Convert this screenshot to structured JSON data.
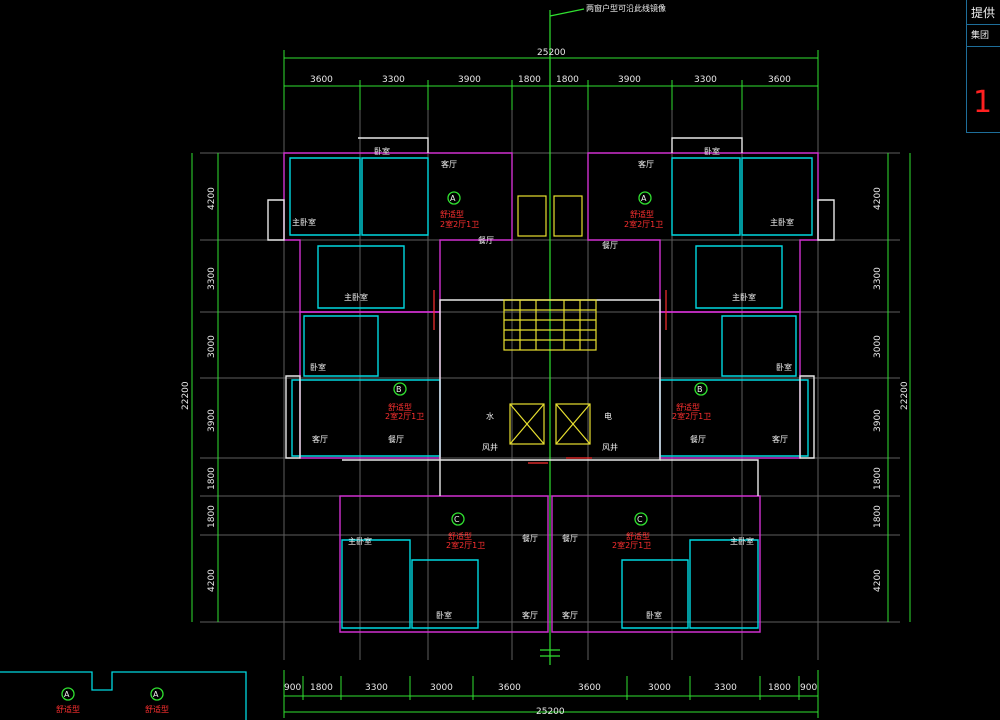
{
  "note": "两窗户型可沿此线镜像",
  "dims": {
    "top_total": "25200",
    "bottom_total": "25200",
    "left_total": "22200",
    "right_total": "22200",
    "top": [
      "3600",
      "3300",
      "3900",
      "1800",
      "1800",
      "3900",
      "3300",
      "3600"
    ],
    "bottom": [
      "900",
      "1800",
      "3300",
      "3000",
      "3600",
      "3600",
      "3000",
      "3300",
      "1800",
      "900"
    ],
    "vertical": [
      "4200",
      "3300",
      "3000",
      "3900",
      "1800",
      "1800",
      "4200"
    ]
  },
  "units": {
    "A_marker": "A",
    "B_marker": "B",
    "C_marker": "C",
    "type_name": "舒适型",
    "type_spec": "2室2厅1卫"
  },
  "rooms": {
    "living": "客厅",
    "master": "主卧室",
    "bedroom": "卧室",
    "dining": "餐厅",
    "water": "水",
    "electric": "电",
    "shaft": "风井"
  },
  "title_block": {
    "provider": "提供",
    "group": "集团",
    "page": "1"
  },
  "colors": {
    "wall": "#e8e8e8",
    "cyan": "#00d8e0",
    "magenta": "#d030d0",
    "yellow": "#e8e030",
    "green": "#30e030",
    "red": "#ff3030",
    "grid": "#7a7a7a"
  }
}
